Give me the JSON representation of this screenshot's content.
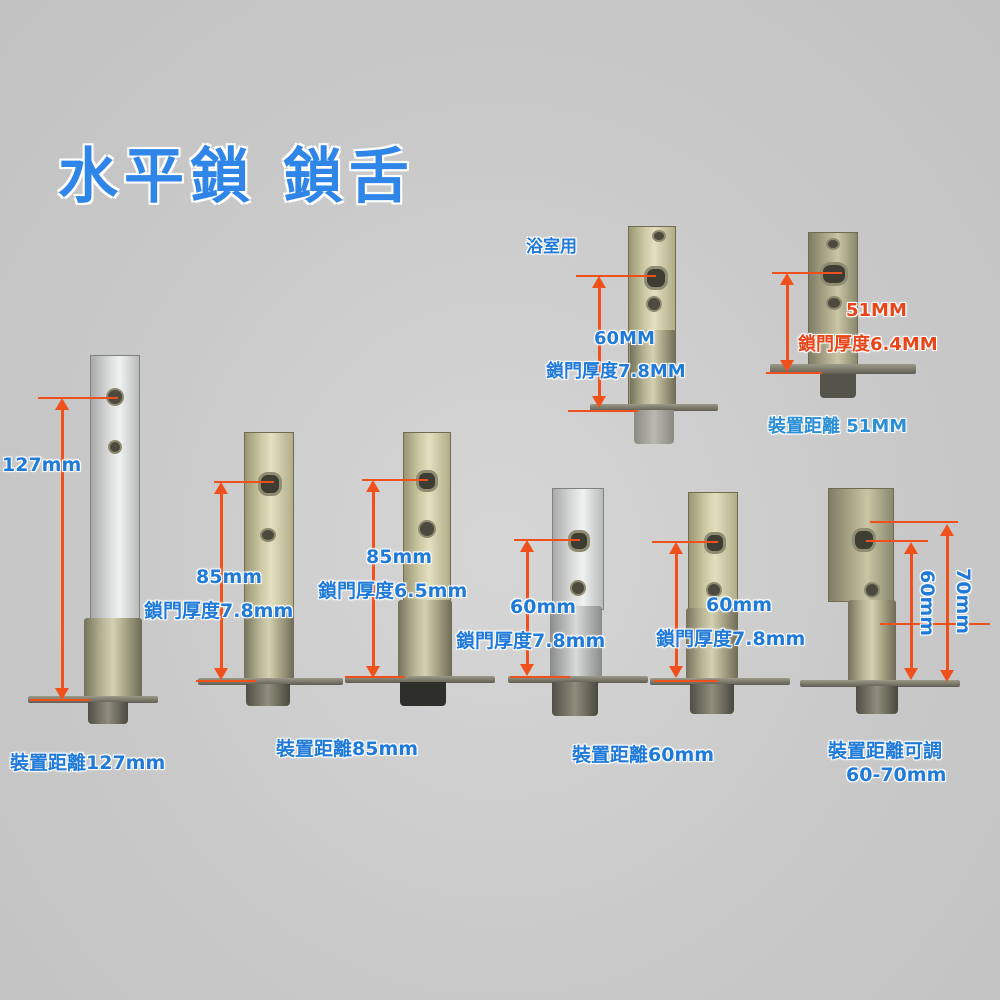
{
  "title": "水平鎖 鎖舌",
  "colors": {
    "label_blue": "#1f7ad8",
    "title_blue": "#2f86e8",
    "dimension_red": "#f0501c",
    "background": "#c9c9c9"
  },
  "products": [
    {
      "id": "127",
      "dimension": "127mm",
      "footer": "裝置距離127mm"
    },
    {
      "id": "85a",
      "dimension": "85mm",
      "thickness": "鎖門厚度7.8mm"
    },
    {
      "id": "85b",
      "dimension": "85mm",
      "thickness": "鎖門厚度6.5mm",
      "footer": "裝置距離85mm"
    },
    {
      "id": "60a",
      "dimension": "60mm",
      "thickness": "鎖門厚度7.8mm"
    },
    {
      "id": "60b",
      "dimension": "60mm",
      "thickness": "鎖門厚度7.8mm",
      "footer": "裝置距離60mm"
    },
    {
      "id": "adj",
      "dimension_short": "60mm",
      "dimension_long": "70mm",
      "footer_line1": "裝置距離可調",
      "footer_line2": "60-70mm"
    },
    {
      "id": "bath",
      "tag": "浴室用",
      "dimension": "60MM",
      "thickness": "鎖門厚度7.8MM"
    },
    {
      "id": "51",
      "dimension": "51MM",
      "thickness": "鎖門厚度6.4MM",
      "footer": "裝置距離 51MM"
    }
  ]
}
